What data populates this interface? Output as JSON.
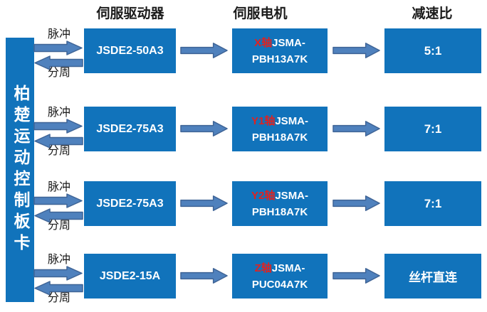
{
  "headers": {
    "driver": "伺服驱动器",
    "motor": "伺服电机",
    "ratio": "减速比"
  },
  "board": {
    "label": "柏楚运动控制板卡"
  },
  "signals": {
    "pulse": "脉冲",
    "divide": "分周"
  },
  "rows": [
    {
      "driver": "JSDE2-50A3",
      "motor_axis": "X轴",
      "motor_series": "JSMA-",
      "motor_model": "PBH13A7K",
      "ratio": "5:1"
    },
    {
      "driver": "JSDE2-75A3",
      "motor_axis": "Y1轴",
      "motor_series": "JSMA-",
      "motor_model": "PBH18A7K",
      "ratio": "7:1"
    },
    {
      "driver": "JSDE2-75A3",
      "motor_axis": "Y2轴",
      "motor_series": "JSMA-",
      "motor_model": "PBH18A7K",
      "ratio": "7:1"
    },
    {
      "driver": "JSDE2-15A",
      "motor_axis": "Z轴",
      "motor_series": "JSMA-",
      "motor_model": "PUC04A7K",
      "ratio": "丝杆直连"
    }
  ],
  "colors": {
    "box_blue": "#1173bb",
    "arrow_fill": "#4f81bd",
    "arrow_stroke": "#3f6496",
    "axis_red": "#e02220",
    "text_white": "#ffffff",
    "label_black": "#1a1a1a"
  }
}
